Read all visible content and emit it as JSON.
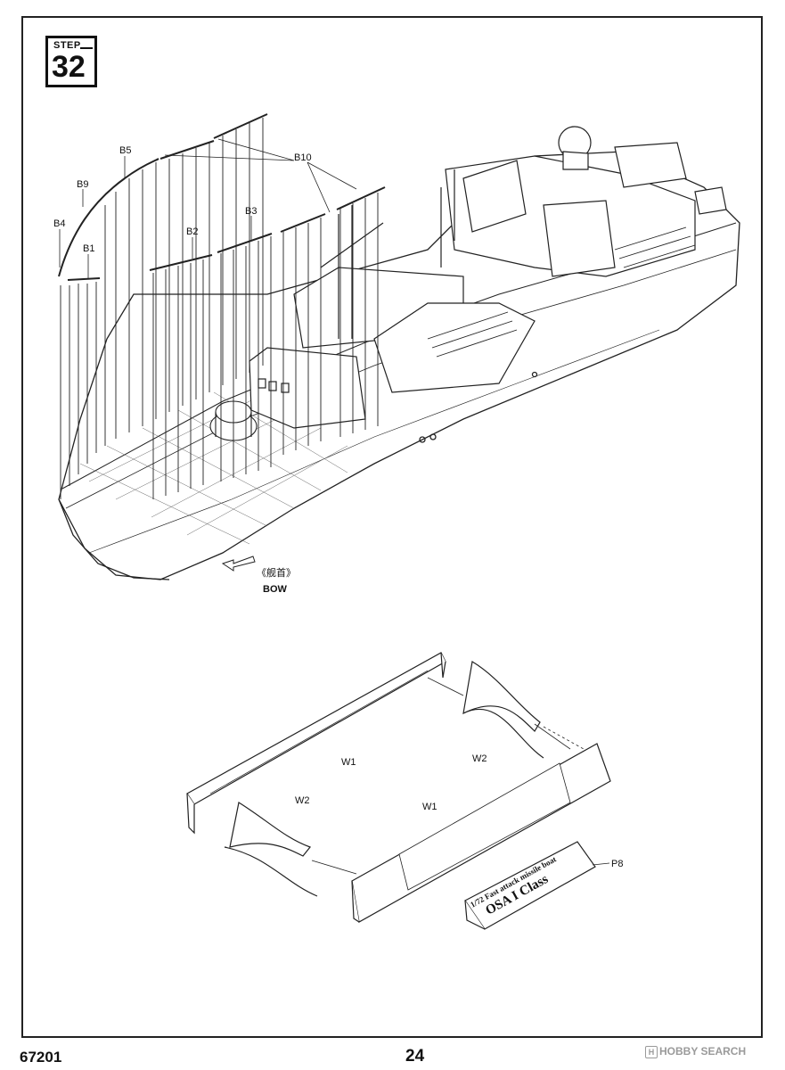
{
  "step": {
    "word": "STEP",
    "number": "32"
  },
  "labels": {
    "b5": "B5",
    "b10": "B10",
    "b9": "B9",
    "b4": "B4",
    "b1": "B1",
    "b2": "B2",
    "b3": "B3",
    "bow_cn": "《舰首》",
    "bow_en": "BOW",
    "w1_top": "W1",
    "w2_right": "W2",
    "w2_left": "W2",
    "w1_bottom": "W1",
    "p8": "P8"
  },
  "nameplate": {
    "line1": "1/72 Fast attack missile boat",
    "line2": "OSA I Class"
  },
  "footer": {
    "model_number": "67201",
    "page_number": "24",
    "watermark": "HOBBY SEARCH"
  }
}
